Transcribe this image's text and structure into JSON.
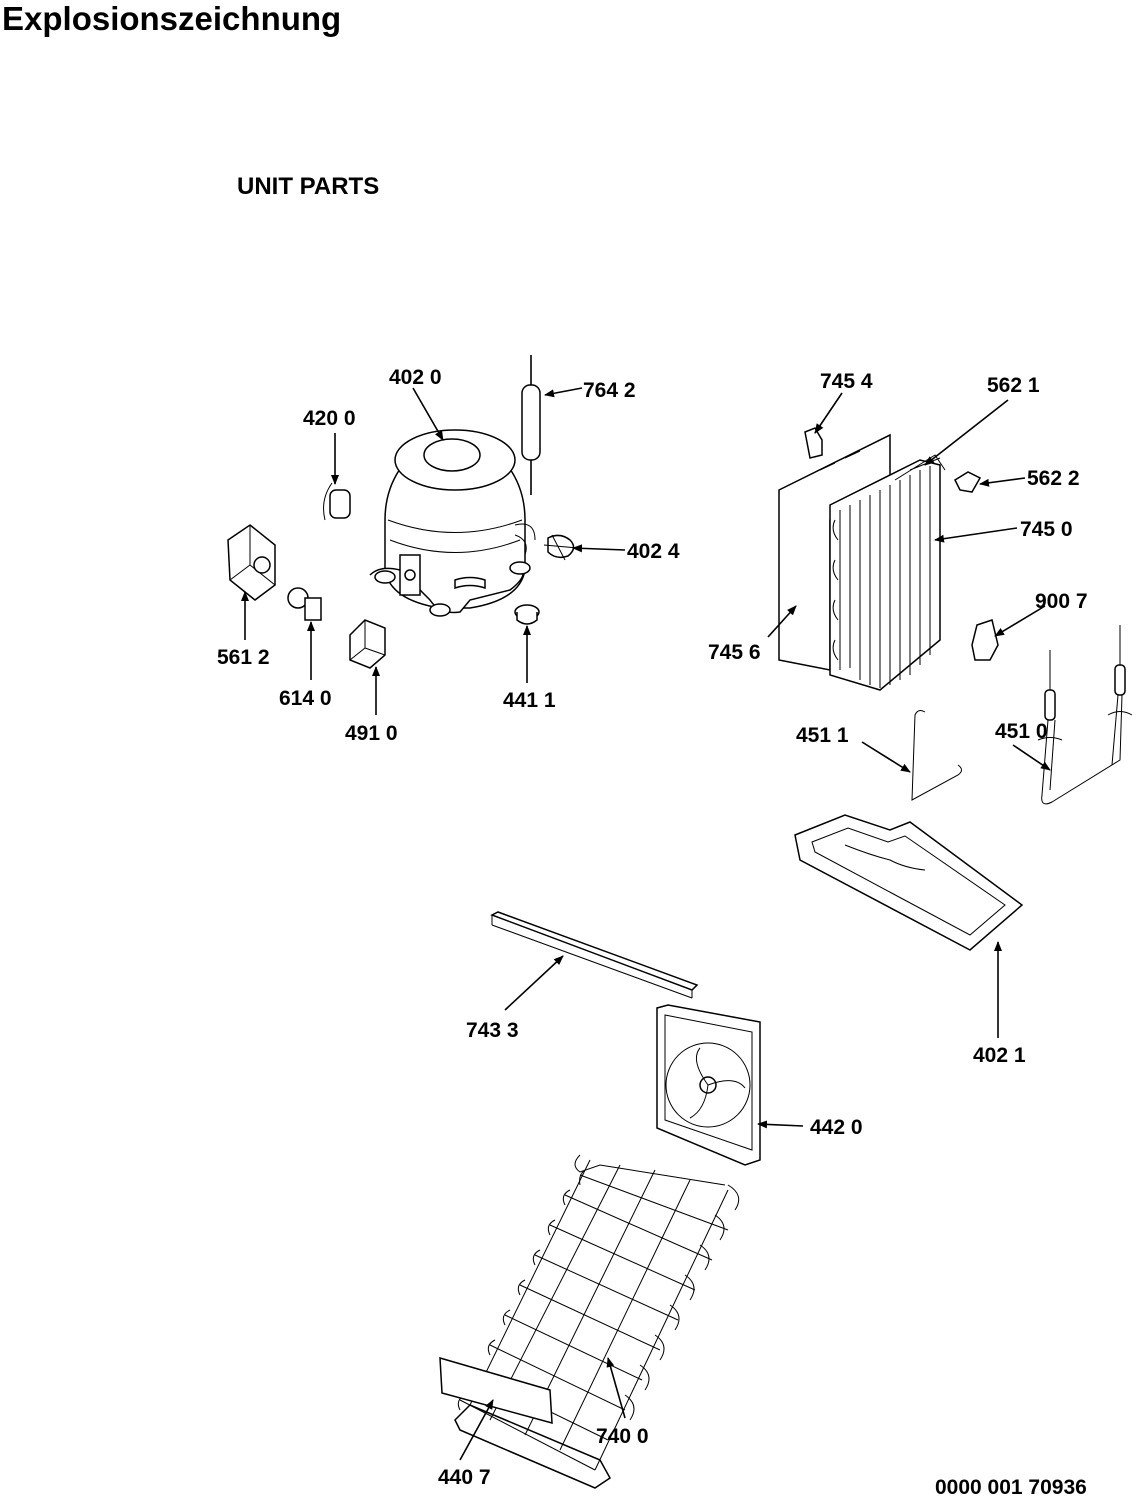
{
  "header": {
    "title": "Explosionszeichnung",
    "subtitle": "UNIT PARTS",
    "document_number": "0000 001 70936"
  },
  "callouts": {
    "c4020": "402 0",
    "c7642": "764 2",
    "c4200": "420 0",
    "c4024": "402 4",
    "c5612": "561 2",
    "c6140": "614 0",
    "c4910": "491 0",
    "c4411": "441 1",
    "c7454": "745 4",
    "c5621": "562 1",
    "c5622": "562 2",
    "c7450": "745 0",
    "c7456": "745 6",
    "c9007": "900 7",
    "c4511": "451 1",
    "c4510": "451 0",
    "c4021": "402 1",
    "c7433": "743 3",
    "c4420": "442 0",
    "c7400": "740 0",
    "c4407": "440 7"
  }
}
